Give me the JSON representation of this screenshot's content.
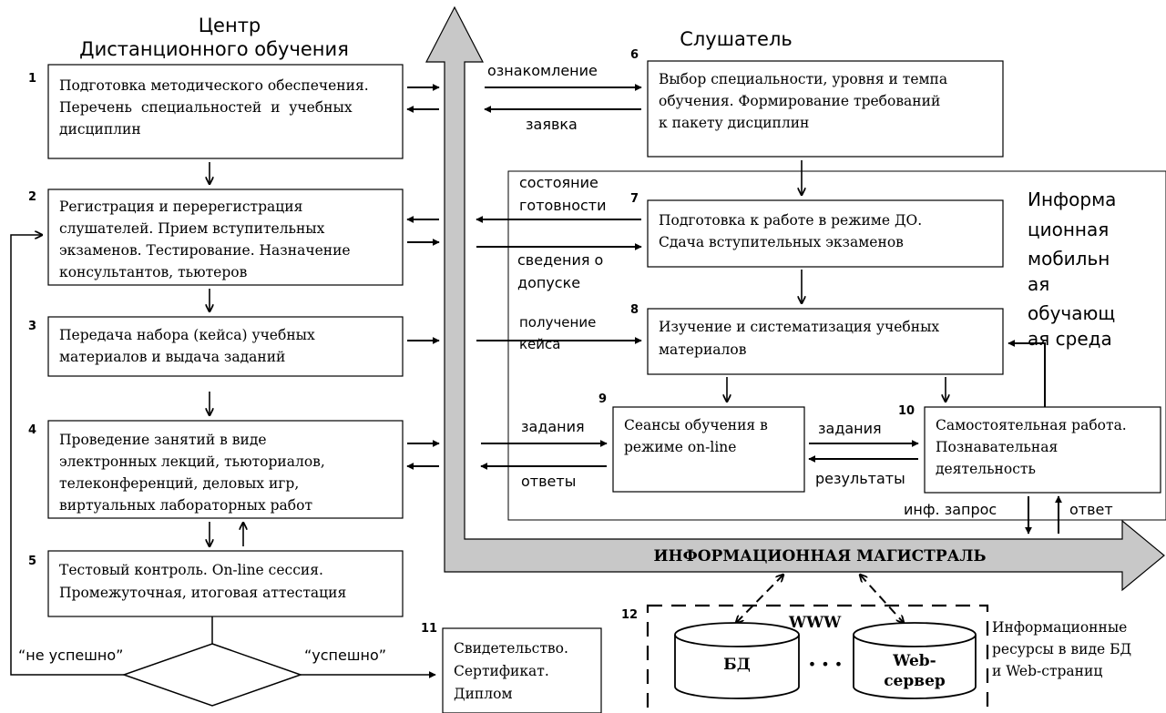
{
  "center": {
    "title_line1": "Центр",
    "title_line2": "Дистанционного обучения"
  },
  "listener": {
    "title": "Слушатель"
  },
  "environment": {
    "lines": [
      "Информа",
      "ционная",
      "мобильн",
      "ая",
      "обучающ",
      "ая среда"
    ]
  },
  "boxes": [
    {
      "num": "1",
      "lines": [
        "Подготовка методического обеспечения.",
        "Перечень  специальностей  и  учебных",
        "дисциплин"
      ]
    },
    {
      "num": "2",
      "lines": [
        "Регистрация и перерегистрация",
        "слушателей. Прием вступительных",
        "экзаменов. Тестирование. Назначение",
        "консультантов, тьютеров"
      ]
    },
    {
      "num": "3",
      "lines": [
        "Передача набора (кейса) учебных",
        "материалов и выдача заданий"
      ]
    },
    {
      "num": "4",
      "lines": [
        "Проведение занятий в виде",
        "электронных лекций, тьюториалов,",
        "телеконференций, деловых игр,",
        "виртуальных лабораторных работ"
      ]
    },
    {
      "num": "5",
      "lines": [
        "Тестовый контроль. On-line сессия.",
        "Промежуточная, итоговая аттестация"
      ]
    },
    {
      "num": "6",
      "lines": [
        "Выбор специальности, уровня и темпа",
        "обучения. Формирование требований",
        "к пакету дисциплин"
      ]
    },
    {
      "num": "7",
      "lines": [
        "Подготовка к работе в режиме ДО.",
        "Сдача вступительных экзаменов"
      ]
    },
    {
      "num": "8",
      "lines": [
        "Изучение и систематизация учебных",
        "материалов"
      ]
    },
    {
      "num": "9",
      "lines": [
        "Сеансы обучения в",
        "режиме on-line"
      ]
    },
    {
      "num": "10",
      "lines": [
        "Самостоятельная работа.",
        "Познавательная",
        "деятельность"
      ]
    },
    {
      "num": "11",
      "lines": [
        "Свидетельство.",
        "Сертификат.",
        "Диплом"
      ]
    }
  ],
  "labels": {
    "familiarization": "ознакомление",
    "request": "заявка",
    "readiness_1": "состояние",
    "readiness_2": "готовности",
    "admission_1": "сведения о",
    "admission_2": "допуске",
    "case_1": "получение",
    "case_2": "кейса",
    "tasks_left": "задания",
    "answers": "ответы",
    "tasks_right": "задания",
    "results": "результаты",
    "info_query": "инф. запрос",
    "answer": "ответ",
    "not_success": "“не успешно”",
    "success": "“успешно”"
  },
  "highway": {
    "label": "ИНФОРМАЦИОННАЯ МАГИСТРАЛЬ"
  },
  "resources": {
    "num": "12",
    "www": "WWW",
    "db": "БД",
    "dots": "• • •",
    "server_line1": "Web-",
    "server_line2": "сервер",
    "caption": [
      "Информационные",
      "ресурсы в виде БД",
      "и Web-страниц"
    ]
  }
}
